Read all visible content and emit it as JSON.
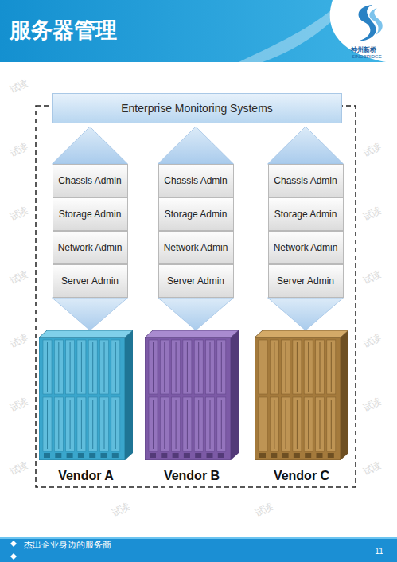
{
  "diagram": {
    "title": "服务器管理",
    "nodes": [
      {
        "text": [
          "Enterprise Monitoring Systems"
        ]
      },
      {
        "text": [
          "Chassis Admin"
        ]
      },
      {
        "text": [
          "Storage Admin"
        ]
      },
      {
        "text": [
          "Network Admin"
        ]
      },
      {
        "text": [
          "Server Admin"
        ]
      },
      {
        "text": [
          "Vendor A"
        ]
      },
      {
        "text": [
          "Chassis Admin"
        ]
      },
      {
        "text": [
          "Storage Admin"
        ]
      },
      {
        "text": [
          "Network Admin"
        ]
      },
      {
        "text": [
          "Server Admin"
        ]
      },
      {
        "text": [
          "Vendor B"
        ]
      },
      {
        "text": [
          "Chassis Admin"
        ]
      },
      {
        "text": [
          "Storage Admin"
        ]
      },
      {
        "text": [
          "Network Admin"
        ]
      },
      {
        "text": [
          "Server Admin"
        ]
      },
      {
        "text": [
          "Vendor C"
        ]
      }
    ],
    "edges": [
      {
        "from": 1,
        "to": 0,
        "arrow": "to"
      },
      {
        "from": 4,
        "to": 5,
        "arrow": "to"
      },
      {
        "from": 6,
        "to": 0,
        "arrow": "to"
      },
      {
        "from": 9,
        "to": 10,
        "arrow": "to"
      },
      {
        "from": 11,
        "to": 0,
        "arrow": "to"
      },
      {
        "from": 14,
        "to": 15,
        "arrow": "to"
      }
    ],
    "labels": [
      "神州新桥",
      "SINOBRIDGE",
      "试读",
      "试读",
      "试读",
      "试读",
      "试读",
      "试读",
      "试读",
      "试读",
      "试读",
      "试读",
      "试读",
      "试读",
      "试读",
      "试读",
      "试读",
      "杰出企业身边的服务商",
      "-11-"
    ]
  }
}
